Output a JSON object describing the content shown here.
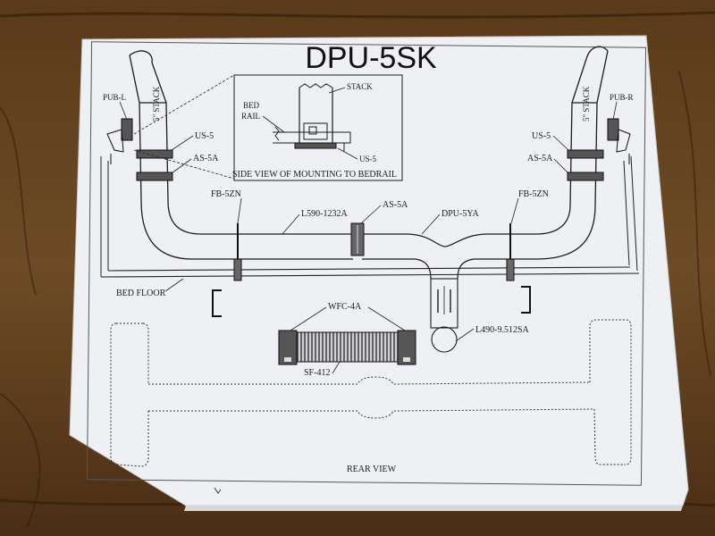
{
  "title": "DPU-5SK",
  "stack_label_left": "5\" STACK",
  "stack_label_right": "5\" STACK",
  "inset": {
    "stack": "STACK",
    "bed_rail_line1": "BED",
    "bed_rail_line2": "RAIL",
    "us5": "US-5",
    "caption": "SIDE VIEW OF MOUNTING TO BEDRAIL"
  },
  "parts": {
    "pub_l": "PUB-L",
    "pub_r": "PUB-R",
    "us5_left": "US-5",
    "us5_right": "US-5",
    "as5a_left": "AS-5A",
    "as5a_right": "AS-5A",
    "fb5zn_left": "FB-5ZN",
    "fb5zn_right": "FB-5ZN",
    "l590": "L590-1232A",
    "as5a_center": "AS-5A",
    "dpu5ya": "DPU-5YA",
    "bed_floor": "BED FLOOR",
    "wfc4a": "WFC-4A",
    "l490": "L490-9.512SA",
    "sf412": "SF-412",
    "rear_view": "REAR VIEW"
  },
  "colors": {
    "wood_dark": "#3a2612",
    "wood_mid": "#6a4a26",
    "paper": "#eef0f3",
    "ink": "#1c1c1c"
  }
}
